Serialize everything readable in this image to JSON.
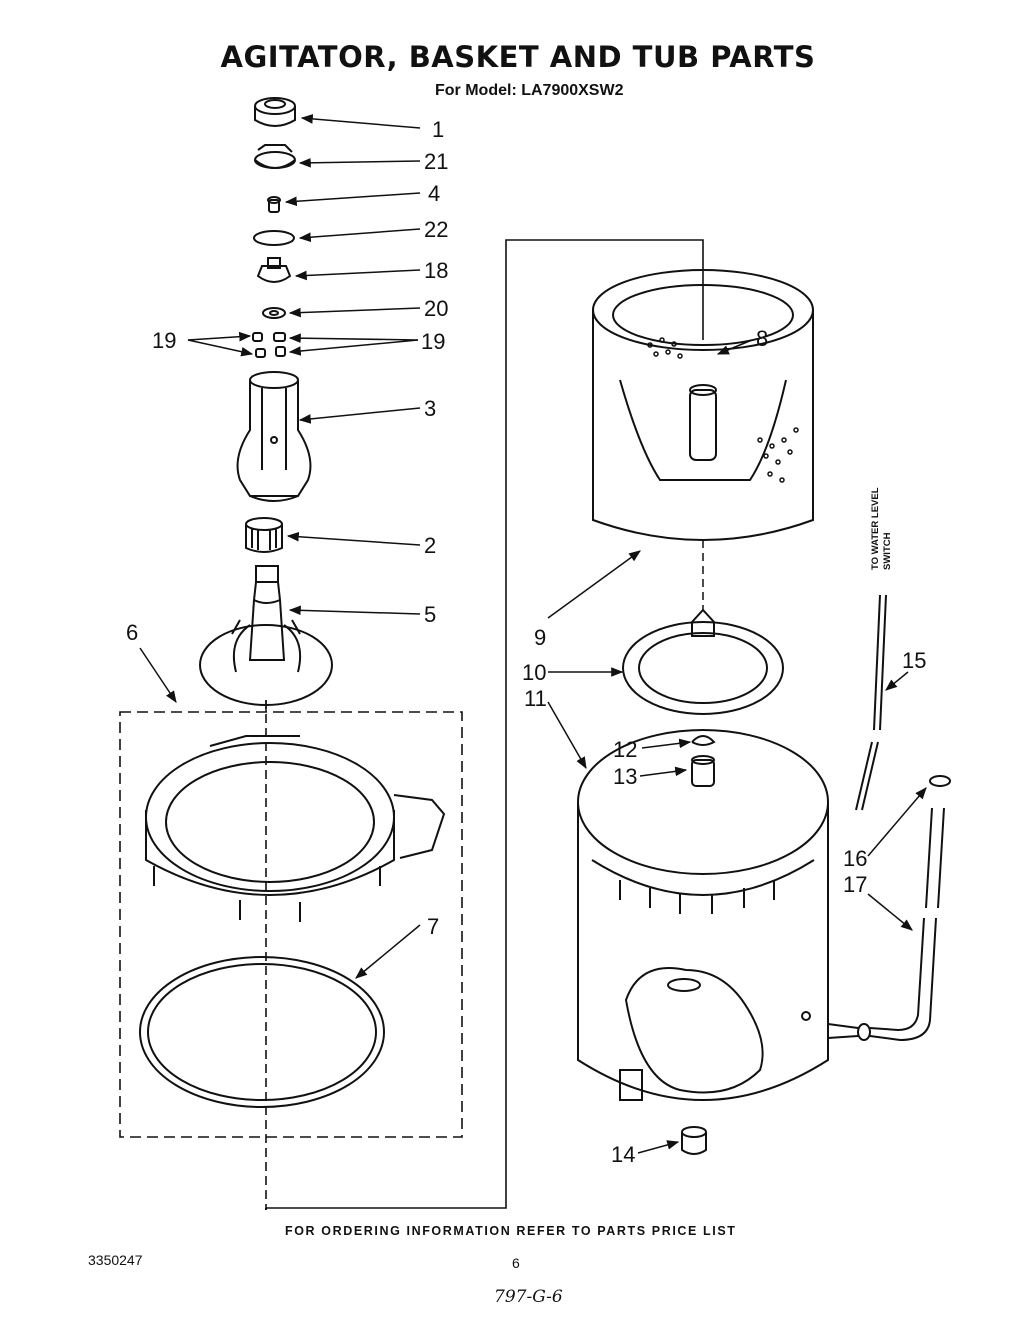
{
  "title": "AGITATOR, BASKET AND TUB PARTS",
  "model": "For Model: LA7900XSW2",
  "side_note": [
    "TO WATER LEVEL",
    "SWITCH"
  ],
  "footer": "FOR ORDERING INFORMATION REFER TO PARTS PRICE LIST",
  "doc_number": "3350247",
  "page_number": "6",
  "handwritten_note": "797-G-6",
  "callouts": {
    "c1": "1",
    "c21": "21",
    "c4": "4",
    "c22": "22",
    "c18": "18",
    "c20": "20",
    "c19a": "19",
    "c19b": "19",
    "c3": "3",
    "c2": "2",
    "c5": "5",
    "c6": "6",
    "c7": "7",
    "c8": "8",
    "c9": "9",
    "c10": "10",
    "c11": "11",
    "c12": "12",
    "c13": "13",
    "c14": "14",
    "c15": "15",
    "c16": "16",
    "c17": "17"
  }
}
